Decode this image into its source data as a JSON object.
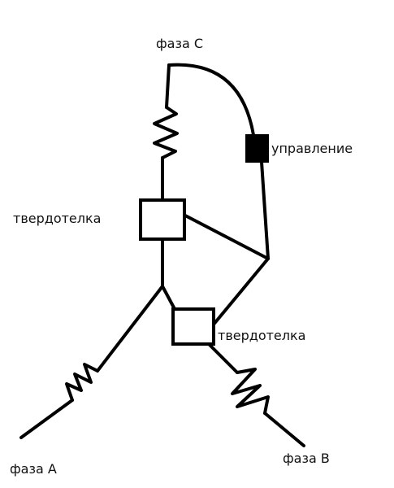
{
  "labels": {
    "phase_a": "фаза А",
    "phase_b": "фаза В",
    "phase_c": "фаза С",
    "control": "управление",
    "thyristor_top": "твердотелка",
    "thyristor_bottom": "твердотелка"
  },
  "colors": {
    "line": "#000000",
    "background": "#ffffff",
    "control_fill": "#000000"
  }
}
